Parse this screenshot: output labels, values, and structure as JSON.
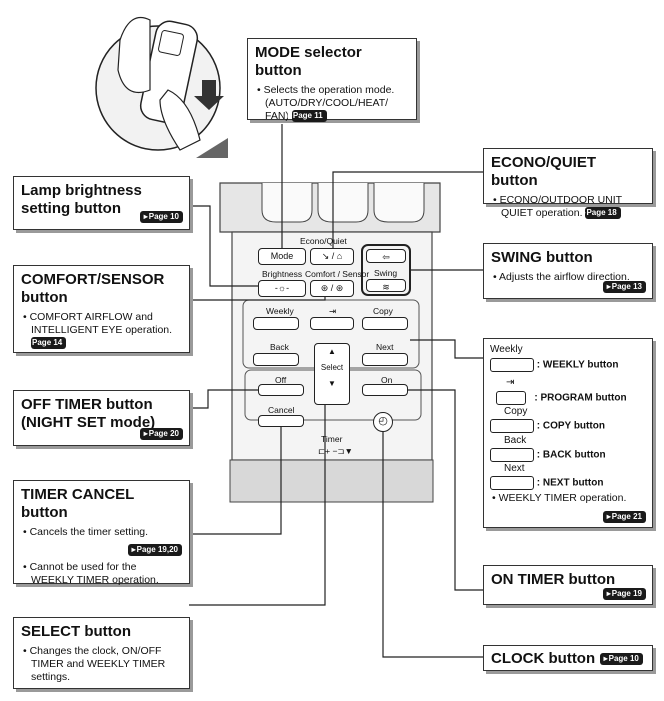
{
  "callouts": {
    "mode": {
      "title": "MODE selector button",
      "bullet": "Selects the operation mode. (AUTO/DRY/COOL/HEAT/ FAN)",
      "page": "Page 11"
    },
    "lamp": {
      "title_line1": "Lamp brightness",
      "title_line2": "setting button",
      "page": "Page 10"
    },
    "comfort": {
      "title_line1": "COMFORT/SENSOR",
      "title_line2": "button",
      "bullet": "COMFORT AIRFLOW and INTELLIGENT EYE operation.",
      "page": "Page 14"
    },
    "off_timer": {
      "title_line1": "OFF TIMER button",
      "title_line2": "(NIGHT SET mode)",
      "page": "Page 20"
    },
    "timer_cancel": {
      "title_line1": "TIMER CANCEL",
      "title_line2": "button",
      "bullet1": "Cancels the timer setting.",
      "page": "Page 19,20",
      "bullet2": "Cannot be used for the WEEKLY TIMER operation."
    },
    "select": {
      "title": "SELECT button",
      "bullet": "Changes the clock, ON/OFF TIMER and WEEKLY TIMER settings."
    },
    "econo": {
      "title": "ECONO/QUIET button",
      "bullet": "ECONO/OUTDOOR UNIT QUIET operation.",
      "page": "Page 18"
    },
    "swing": {
      "title": "SWING button",
      "bullet": "Adjusts the airflow direction.",
      "page": "Page 13"
    },
    "weekly": {
      "weekly_label": "Weekly",
      "weekly_btn": ": WEEKLY button",
      "program_btn": ": PROGRAM button",
      "copy_label": "Copy",
      "copy_btn": ": COPY button",
      "back_label": "Back",
      "back_btn": ": BACK button",
      "next_label": "Next",
      "next_btn": ": NEXT button",
      "bullet": "WEEKLY TIMER operation.",
      "page": "Page 21"
    },
    "on_timer": {
      "title": "ON TIMER button",
      "page": "Page 19"
    },
    "clock": {
      "title": "CLOCK button",
      "page": "Page 10"
    }
  },
  "remote": {
    "mode": "Mode",
    "econo_quiet": "Econo/Quiet",
    "brightness": "Brightness",
    "comfort_sensor": "Comfort / Sensor",
    "swing": "Swing",
    "weekly": "Weekly",
    "copy": "Copy",
    "back": "Back",
    "next": "Next",
    "select": "Select",
    "off": "Off",
    "on": "On",
    "cancel": "Cancel",
    "timer": "Timer"
  }
}
